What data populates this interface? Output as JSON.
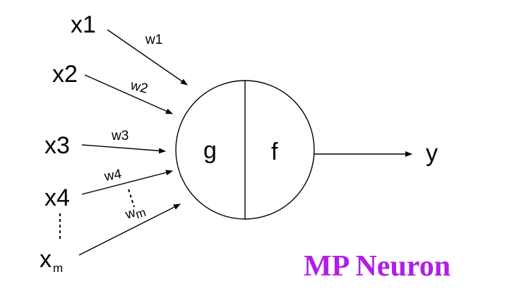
{
  "inputs": [
    {
      "label": "x1",
      "weight": "w1"
    },
    {
      "label": "x2",
      "weight": "w2"
    },
    {
      "label": "x3",
      "weight": "w3"
    },
    {
      "label": "x4",
      "weight": "w4"
    },
    {
      "label": "x",
      "label_sub": "m",
      "weight": "w",
      "weight_sub": "m"
    }
  ],
  "neuron": {
    "aggregation": "g",
    "activation": "f"
  },
  "output": {
    "label": "y"
  },
  "caption": {
    "text": "MP Neuron",
    "color": "#b01ee6"
  }
}
